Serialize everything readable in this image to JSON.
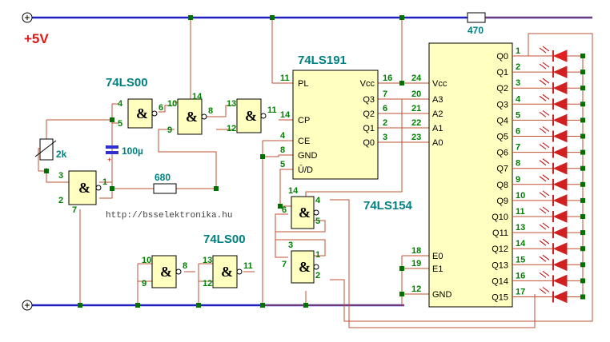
{
  "labels": {
    "supply": "+5V",
    "url": "http://bsselektronika.hu",
    "gate_chip_top": "74LS00",
    "gate_chip_bottom": "74LS00",
    "counter_chip": "74LS191",
    "decoder_chip": "74LS154",
    "pot_value": "2k",
    "cap_value": "100µ",
    "res_timing": "680",
    "res_led": "470",
    "nand_symbol": "&"
  },
  "counter": {
    "left_pins": [
      {
        "name": "PL",
        "num": "11"
      },
      {
        "name": "CP",
        "num": "14"
      },
      {
        "name": "CE",
        "num": "4"
      },
      {
        "name": "GND",
        "num": "8"
      },
      {
        "name": "Ū/D",
        "num": "5"
      }
    ],
    "right_pins": [
      {
        "name": "Vcc",
        "num": "16"
      },
      {
        "name": "Q3",
        "num": "7"
      },
      {
        "name": "Q2",
        "num": "6"
      },
      {
        "name": "Q1",
        "num": "2"
      },
      {
        "name": "Q0",
        "num": "3"
      }
    ]
  },
  "decoder": {
    "left_pins": [
      {
        "name": "Vcc",
        "num": "24"
      },
      {
        "name": "A3",
        "num": "20"
      },
      {
        "name": "A2",
        "num": "21"
      },
      {
        "name": "A1",
        "num": "22"
      },
      {
        "name": "A0",
        "num": "23"
      },
      {
        "name": "E0",
        "num": "18"
      },
      {
        "name": "E1",
        "num": "19"
      },
      {
        "name": "GND",
        "num": "12"
      }
    ],
    "outputs": [
      {
        "name": "Q0",
        "num": "1"
      },
      {
        "name": "Q1",
        "num": "2"
      },
      {
        "name": "Q2",
        "num": "3"
      },
      {
        "name": "Q3",
        "num": "4"
      },
      {
        "name": "Q4",
        "num": "5"
      },
      {
        "name": "Q5",
        "num": "6"
      },
      {
        "name": "Q6",
        "num": "7"
      },
      {
        "name": "Q7",
        "num": "8"
      },
      {
        "name": "Q8",
        "num": "9"
      },
      {
        "name": "Q9",
        "num": "10"
      },
      {
        "name": "Q10",
        "num": "11"
      },
      {
        "name": "Q11",
        "num": "13"
      },
      {
        "name": "Q12",
        "num": "14"
      },
      {
        "name": "Q13",
        "num": "15"
      },
      {
        "name": "Q14",
        "num": "16"
      },
      {
        "name": "Q15",
        "num": "17"
      }
    ]
  },
  "gates": {
    "g1": {
      "in_a": "4",
      "in_b": "5",
      "out": "6"
    },
    "g2": {
      "in_a": "10",
      "in_b": "9",
      "out": "8",
      "extra": "14"
    },
    "g3": {
      "in_a": "13",
      "in_b": "12",
      "out": "11"
    },
    "g4": {
      "in_a": "3",
      "in_b": "2",
      "out": "1",
      "extra": "7"
    },
    "g5": {
      "in_a": "10",
      "in_b": "9",
      "out": "8"
    },
    "g6": {
      "in_a": "13",
      "in_b": "12",
      "out": "11"
    },
    "ff_top": {
      "in_a": "14",
      "in_b": "6",
      "out_a": "4",
      "out_b": "5"
    },
    "ff_bot": {
      "in_a": "3",
      "in_b": "7",
      "out_a": "1",
      "out_b": "2"
    }
  },
  "colors": {
    "wire": "#c05030",
    "rail": "#2020c0",
    "chip_fill": "#ffffc0",
    "pin_number": "#008000",
    "part_label": "#008080",
    "supply_label": "#e01818",
    "led_active": "#e02020",
    "led_idle": "#d02020"
  },
  "active_led_index": 0
}
